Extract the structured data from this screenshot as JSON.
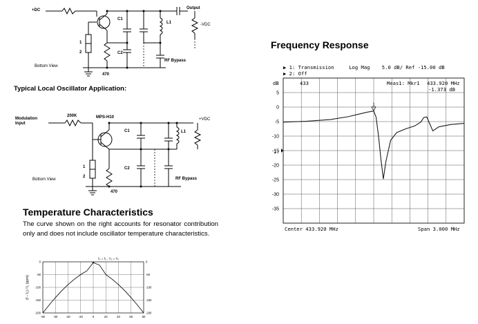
{
  "colors": {
    "ink": "#000000",
    "grid": "#555555",
    "trace": "#1a1a1a",
    "background": "#ffffff"
  },
  "circuit1": {
    "plus_dc": "+DC",
    "output": "Output",
    "minus_vdc": "-VDC",
    "c1": "C1",
    "c2": "C2",
    "l1": "L1",
    "pin1": "1",
    "pin2": "2",
    "r470": "470",
    "rf_bypass": "RF Bypass",
    "bottom_view": "Bottom View"
  },
  "circuit2": {
    "title": "Typical Local Oscillator Application:",
    "modulation_input": "Modulation\nInput",
    "r200k": "200K",
    "transistor": "MPS-H10",
    "plus_vdc": "+VDC",
    "c1": "C1",
    "c2": "C2",
    "l1": "L1",
    "pin1": "1",
    "pin2": "2",
    "r470": "470",
    "rf_bypass": "RF Bypass",
    "bottom_view": "Bottom View"
  },
  "temperature": {
    "title": "Temperature Characteristics",
    "paragraph": "The curve shown on the right accounts for resonator contribution only and does not include oscillator temperature characteristics.",
    "curve_label": "f₀ = f₀ , T₀ = T₀",
    "ylabel": "(f – f₀) / f₀  (ppm)"
  },
  "frequency_response": {
    "title": "Frequency Response",
    "header_line1": "▶ 1: Transmission     Log Mag    5.0 dB/ Ref -15.00 dB",
    "header_line2": "▶ 2: Off",
    "db_unit": "dB",
    "marker_index": "1",
    "marker_freq_left": "433",
    "marker_info_label": "Meas1: Mkr1",
    "marker_info_freq": "433.920 MHz",
    "marker_info_value": "-1.373 dB",
    "channel_marker": "1:",
    "center_label": "Center 433.920 MHz",
    "span_label": "Span 3.000 MHz"
  },
  "chart_data": [
    {
      "type": "line",
      "title": "",
      "xlabel": "",
      "ylabel": "(f – f₀) / f₀  (ppm)",
      "x_ticks": [
        -80,
        -60,
        -40,
        -20,
        0,
        20,
        40,
        60,
        80
      ],
      "y_ticks": [
        0,
        -50,
        -100,
        -150,
        -200
      ],
      "y_tick_labels": [
        "0",
        "-50",
        "-100",
        "-150",
        "-200"
      ],
      "xlim": [
        -80,
        80
      ],
      "ylim": [
        -200,
        0
      ],
      "grid": true,
      "series": [
        {
          "x": [
            -80,
            -70,
            -60,
            -50,
            -40,
            -30,
            -20,
            -10,
            0,
            10,
            20,
            30,
            40,
            50,
            60,
            70,
            80
          ],
          "y": [
            -200,
            -169,
            -140,
            -113,
            -89,
            -68,
            -50,
            -35,
            -3,
            -13,
            -50,
            -68,
            -89,
            -113,
            -140,
            -169,
            -200
          ]
        }
      ]
    },
    {
      "type": "line",
      "title": "",
      "xlabel": "",
      "ylabel": "dB",
      "y_ticks": [
        5,
        0,
        -5,
        -10,
        -15,
        -20,
        -25,
        -30,
        -35
      ],
      "y_tick_labels": [
        "5",
        "0",
        "-5",
        "-10",
        "-15",
        "-20",
        "-25",
        "-30",
        "-35"
      ],
      "xlim": [
        432.42,
        435.42
      ],
      "ylim": [
        -40,
        10
      ],
      "grid": true,
      "series": [
        {
          "x": [
            432.42,
            432.8,
            433.2,
            433.5,
            433.7,
            433.8,
            433.88,
            433.92,
            433.96,
            434.0,
            434.04,
            434.08,
            434.12,
            434.2,
            434.3,
            434.45,
            434.6,
            434.7,
            434.75,
            434.8,
            434.85,
            434.9,
            435.0,
            435.2,
            435.42
          ],
          "y": [
            -5.2,
            -4.9,
            -4.3,
            -3.3,
            -2.3,
            -1.8,
            -1.5,
            -1.37,
            -3.5,
            -10,
            -18,
            -24.8,
            -19,
            -11.5,
            -8.8,
            -7.5,
            -6.5,
            -5.2,
            -3.6,
            -3.4,
            -5.8,
            -8.2,
            -6.8,
            -6.0,
            -5.6
          ]
        }
      ]
    }
  ]
}
